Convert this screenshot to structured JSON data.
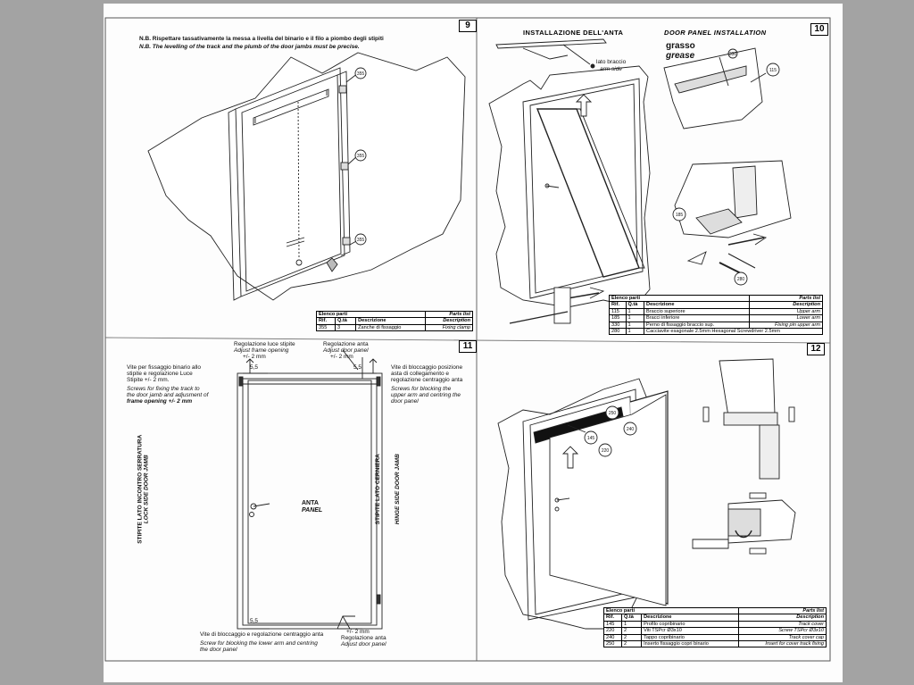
{
  "panel9": {
    "number": "9",
    "note_it": "N.B. Rispettare tassativamente la messa a livella del binario e il filo a piombo degli stipiti",
    "note_en": "N.B. The levelling of the track and the plumb of the door jambs must be precise.",
    "callouts": [
      "355",
      "355",
      "355"
    ],
    "table": {
      "title_it": "Elenco parti",
      "title_en": "Parts list",
      "headers": [
        "Rif.",
        "Q.tà",
        "Descrizione",
        "Description"
      ],
      "rows": [
        [
          "355",
          "3",
          "Zanche di fissaggio",
          "Fixing clamp"
        ]
      ]
    }
  },
  "panel10": {
    "number": "10",
    "title_it": "INSTALLAZIONE DELL'ANTA",
    "title_en": "DOOR PANEL INSTALLATION",
    "grease_it": "grasso",
    "grease_en": "grease",
    "arm_side_it": "lato braccio",
    "arm_side_en": "arm side",
    "callouts": [
      "330",
      "115",
      "185",
      "280"
    ],
    "table": {
      "title_it": "Elenco parti",
      "title_en": "Parts list",
      "headers": [
        "Rif.",
        "Q.tà",
        "Descrizione",
        "Description"
      ],
      "rows": [
        [
          "115",
          "1",
          "Braccio superiore",
          "Upper arm"
        ],
        [
          "185",
          "1",
          "Bracci inferiore",
          "Lower arm"
        ],
        [
          "330",
          "1",
          "Perno di fissaggio braccio sup.",
          "Fixing pin upper arm"
        ],
        [
          "280",
          "1",
          "Cacciavite esagonale 2.5mm Hexagonal Screwdriver 2.5mm",
          ""
        ]
      ]
    }
  },
  "panel11": {
    "number": "11",
    "top_center_it": "Regolazione luce stipite",
    "top_center_en": "Adjust frame opening",
    "top_center_dim": "+/- 2 mm",
    "top_right_it": "Regolazione anta",
    "top_right_en": "Adjust door panel",
    "top_right_dim": "+/- 2 mm",
    "left_it_1": "Vite per fissaggio binario allo",
    "left_it_2": "stipite e regolazione Luce",
    "left_it_3": "Stipite +/- 2 mm.",
    "left_en_1": "Screws for fixing the track to",
    "left_en_2": "the door jamb and adjusment of",
    "left_en_3": "frame opening +/- 2 mm",
    "right_it_1": "Vite di bloccaggio posizione",
    "right_it_2": "asta di collegamento e",
    "right_it_3": "regolazione centraggio anta",
    "right_en_1": "Screws for blocking the",
    "right_en_2": "upper arm and centring the",
    "right_en_3": "door panel",
    "dim_top_left": "5,5",
    "dim_top_right": "5,5",
    "dim_bottom": "5,5",
    "panel_label_it": "ANTA",
    "panel_label_en": "PANEL",
    "left_jamb_it": "STIPITE LATO INCONTRO SERRATURA",
    "left_jamb_en": "LOCK SIDE DOOR JAMB",
    "right_jamb_it": "STIPITE LATO CERNIERA",
    "right_jamb_en": "HINGE SIDE DOOR JAMB",
    "bottom_left_it": "Vite di bloccaggio e regolazione centraggio anta",
    "bottom_left_en_1": "Screw for blocking the lower arm and centring",
    "bottom_left_en_2": "the door panel",
    "bottom_right_dim": "+/- 2 mm",
    "bottom_right_it": "Regolazione anta",
    "bottom_right_en": "Adjust door panel"
  },
  "panel12": {
    "number": "12",
    "callouts": [
      "250",
      "240",
      "145",
      "220"
    ],
    "table": {
      "title_it": "Elenco parti",
      "title_en": "Parts list",
      "headers": [
        "Rif.",
        "Q.tà",
        "Descrizione",
        "Description"
      ],
      "rows": [
        [
          "145",
          "1",
          "Profilo copribinario",
          "Track cover"
        ],
        [
          "220",
          "2",
          "Viti TSPcr Ø3x10",
          "Screw TSPcr Ø3x10"
        ],
        [
          "240",
          "2",
          "Tappo copribinario",
          "Track cover cap"
        ],
        [
          "250",
          "2",
          "Inserto fissaggio copri binario",
          "Insert for cover track fixing"
        ]
      ]
    }
  }
}
